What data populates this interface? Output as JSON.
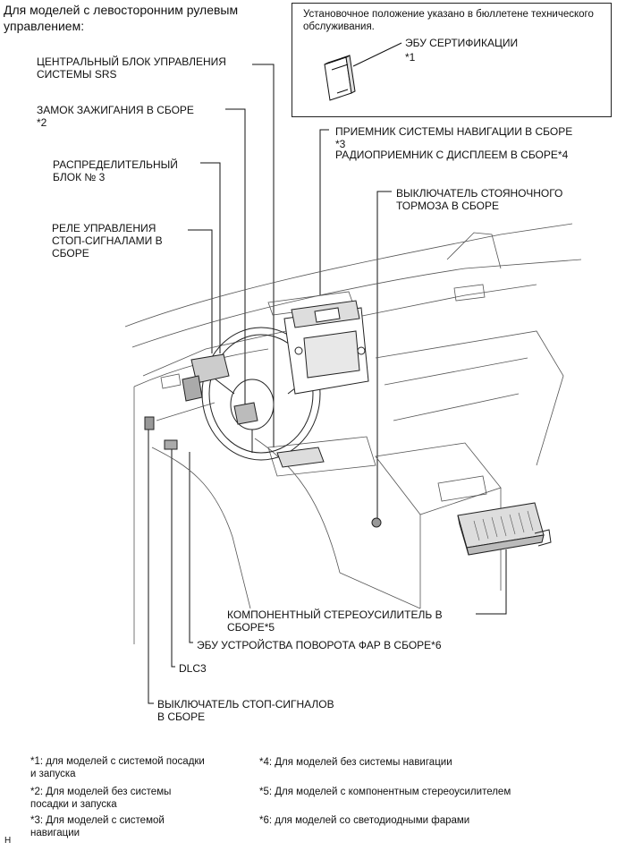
{
  "header": {
    "title": "Для моделей с левосторонним рулевым управлением:"
  },
  "inset": {
    "note": "Установочное положение указано в бюллетене технического обслуживания.",
    "part_label": "ЭБУ СЕРТИФИКАЦИИ",
    "part_mark": "*1"
  },
  "labels": {
    "srs": "ЦЕНТРАЛЬНЫЙ БЛОК УПРАВЛЕНИЯ\nСИСТЕМЫ SRS",
    "ignition": "ЗАМОК ЗАЖИГАНИЯ В СБОРЕ\n*2",
    "junction": "РАСПРЕДЕЛИТЕЛЬНЫЙ\nБЛОК № 3",
    "relay": "РЕЛЕ УПРАВЛЕНИЯ\nСТОП-СИГНАЛАМИ В\nСБОРЕ",
    "nav": "ПРИЕМНИК СИСТЕМЫ НАВИГАЦИИ В СБОРЕ\n*3",
    "radio": "РАДИОПРИЕМНИК С ДИСПЛЕЕМ В СБОРЕ*4",
    "parking": "ВЫКЛЮЧАТЕЛЬ СТОЯНОЧНОГО\nТОРМОЗА В СБОРЕ",
    "amp": "КОМПОНЕНТНЫЙ СТЕРЕОУСИЛИТЕЛЬ В\nСБОРЕ*5",
    "headlamp": "ЭБУ УСТРОЙСТВА ПОВОРОТА ФАР В СБОРЕ*6",
    "dlc3": "DLC3",
    "stoplamp": "ВЫКЛЮЧАТЕЛЬ СТОП-СИГНАЛОВ\nВ СБОРЕ"
  },
  "footnotes": {
    "n1": "*1: для моделей с системой посадки\nи запуска",
    "n2": "*2: Для моделей без системы\nпосадки и запуска",
    "n3": "*3: Для моделей с системой\nнавигации",
    "n4": "*4: Для моделей без системы навигации",
    "n5": "*5: Для моделей с компонентным стереоусилителем",
    "n6": "*6: для моделей со светодиодными фарами"
  },
  "corner_mark": "H"
}
